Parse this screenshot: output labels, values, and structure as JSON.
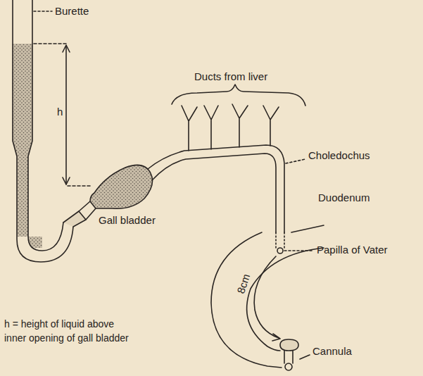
{
  "diagram": {
    "labels": [
      "Burette",
      "h",
      "Ducts from liver",
      "Choledochus",
      "Duodenum",
      "Gall bladder",
      "Papilla of Vater",
      "8cm",
      "Cannula",
      "h = height of liquid above inner opening of gall bladder"
    ]
  }
}
